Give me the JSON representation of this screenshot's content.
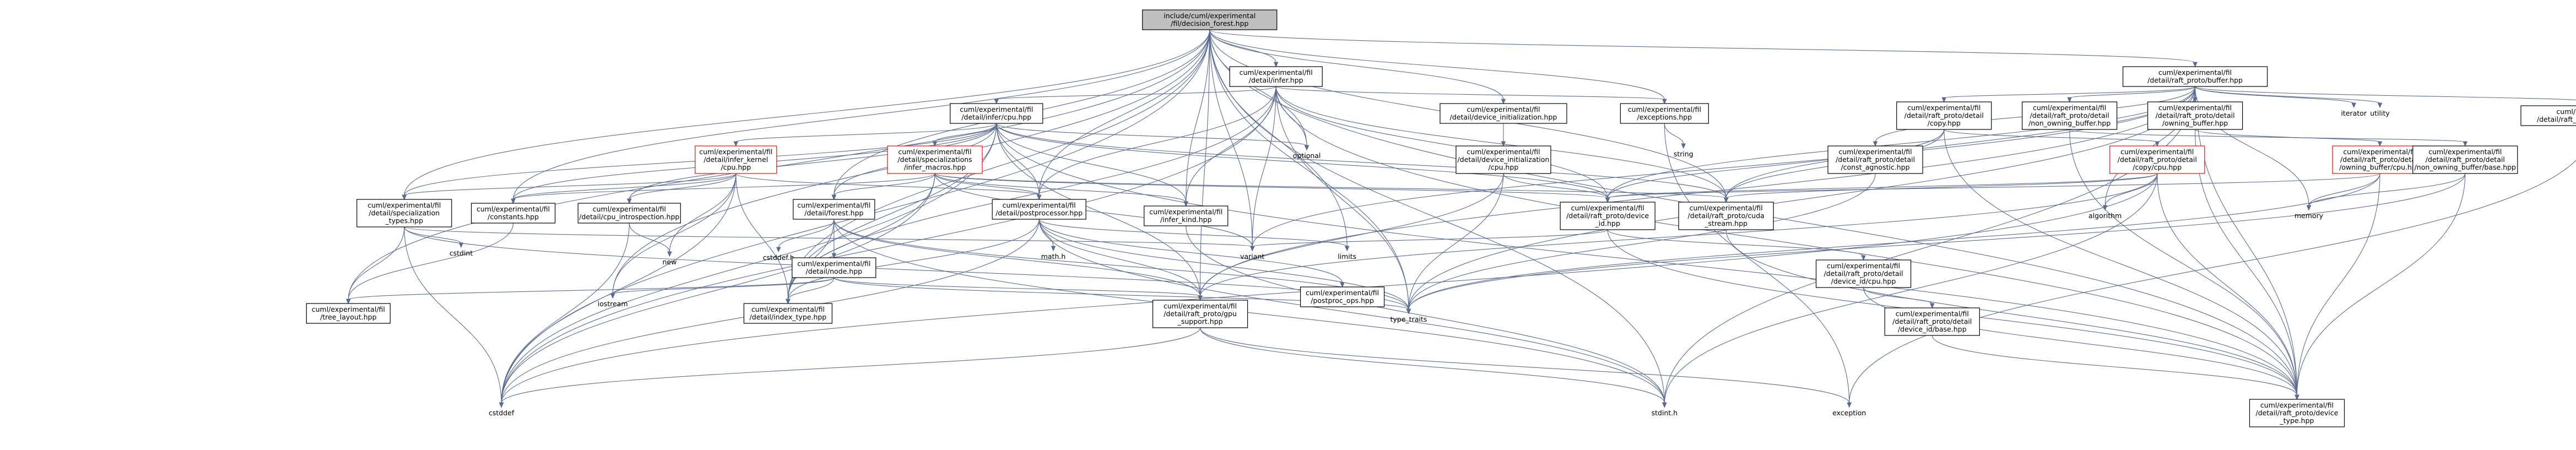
{
  "nodes": [
    {
      "id": "root",
      "lines": [
        "include/cuml/experimental",
        "/fil/decision_forest.hpp"
      ],
      "style": "root"
    },
    {
      "id": "infer",
      "lines": [
        "cuml/experimental/fil",
        "/detail/infer.hpp"
      ],
      "style": "box"
    },
    {
      "id": "raft_buffer",
      "lines": [
        "cuml/experimental/fil",
        "/detail/raft_proto/buffer.hpp"
      ],
      "style": "box"
    },
    {
      "id": "infer_cpu",
      "lines": [
        "cuml/experimental/fil",
        "/detail/infer/cpu.hpp"
      ],
      "style": "box"
    },
    {
      "id": "dev_init",
      "lines": [
        "cuml/experimental/fil",
        "/detail/device_initialization.hpp"
      ],
      "style": "box"
    },
    {
      "id": "exceptions",
      "lines": [
        "cuml/experimental/fil",
        "/exceptions.hpp"
      ],
      "style": "box"
    },
    {
      "id": "copy",
      "lines": [
        "cuml/experimental/fil",
        "/detail/raft_proto/detail",
        "/copy.hpp"
      ],
      "style": "box"
    },
    {
      "id": "non_owning",
      "lines": [
        "cuml/experimental/fil",
        "/detail/raft_proto/detail",
        "/non_owning_buffer.hpp"
      ],
      "style": "box"
    },
    {
      "id": "owning",
      "lines": [
        "cuml/experimental/fil",
        "/detail/raft_proto/detail",
        "/owning_buffer.hpp"
      ],
      "style": "box"
    },
    {
      "id": "raft_exc",
      "lines": [
        "cuml/experimental/fil",
        "/detail/raft_proto/exceptions.hpp"
      ],
      "style": "box"
    },
    {
      "id": "iterator",
      "lines": [
        "iterator"
      ],
      "style": "plain"
    },
    {
      "id": "utility",
      "lines": [
        "utility"
      ],
      "style": "plain"
    },
    {
      "id": "kernel_cpu",
      "lines": [
        "cuml/experimental/fil",
        "/detail/infer_kernel",
        "/cpu.hpp"
      ],
      "style": "red"
    },
    {
      "id": "spec_macros",
      "lines": [
        "cuml/experimental/fil",
        "/detail/specializations",
        "/infer_macros.hpp"
      ],
      "style": "red"
    },
    {
      "id": "optional",
      "lines": [
        "optional"
      ],
      "style": "plain"
    },
    {
      "id": "devinit_cpu",
      "lines": [
        "cuml/experimental/fil",
        "/detail/device_initialization",
        "/cpu.hpp"
      ],
      "style": "box"
    },
    {
      "id": "string",
      "lines": [
        "string"
      ],
      "style": "plain"
    },
    {
      "id": "const_agnostic",
      "lines": [
        "cuml/experimental/fil",
        "/detail/raft_proto/detail",
        "/const_agnostic.hpp"
      ],
      "style": "box"
    },
    {
      "id": "copy_cpu",
      "lines": [
        "cuml/experimental/fil",
        "/detail/raft_proto/detail",
        "/copy/cpu.hpp"
      ],
      "style": "red"
    },
    {
      "id": "owning_cpu",
      "lines": [
        "cuml/experimental/fil",
        "/detail/raft_proto/detail",
        "/owning_buffer/cpu.hpp"
      ],
      "style": "red"
    },
    {
      "id": "non_owning_base",
      "lines": [
        "cuml/experimental/fil",
        "/detail/raft_proto/detail",
        "/non_owning_buffer/base.hpp"
      ],
      "style": "box"
    },
    {
      "id": "spec_types",
      "lines": [
        "cuml/experimental/fil",
        "/detail/specialization",
        "_types.hpp"
      ],
      "style": "box"
    },
    {
      "id": "constants",
      "lines": [
        "cuml/experimental/fil",
        "/constants.hpp"
      ],
      "style": "box"
    },
    {
      "id": "cpu_intro",
      "lines": [
        "cuml/experimental/fil",
        "/detail/cpu_introspection.hpp"
      ],
      "style": "box"
    },
    {
      "id": "forest",
      "lines": [
        "cuml/experimental/fil",
        "/detail/forest.hpp"
      ],
      "style": "box"
    },
    {
      "id": "postproc",
      "lines": [
        "cuml/experimental/fil",
        "/detail/postprocessor.hpp"
      ],
      "style": "box"
    },
    {
      "id": "infer_kind",
      "lines": [
        "cuml/experimental/fil",
        "/infer_kind.hpp"
      ],
      "style": "box"
    },
    {
      "id": "device_id",
      "lines": [
        "cuml/experimental/fil",
        "/detail/raft_proto/device",
        "_id.hpp"
      ],
      "style": "box"
    },
    {
      "id": "cuda_stream",
      "lines": [
        "cuml/experimental/fil",
        "/detail/raft_proto/cuda",
        "_stream.hpp"
      ],
      "style": "box"
    },
    {
      "id": "algorithm",
      "lines": [
        "algorithm"
      ],
      "style": "plain"
    },
    {
      "id": "memory",
      "lines": [
        "memory"
      ],
      "style": "plain"
    },
    {
      "id": "cstdint",
      "lines": [
        "cstdint"
      ],
      "style": "plain"
    },
    {
      "id": "new",
      "lines": [
        "new"
      ],
      "style": "plain"
    },
    {
      "id": "cstddef_h",
      "lines": [
        "cstddef.h"
      ],
      "style": "plain"
    },
    {
      "id": "math_h",
      "lines": [
        "math.h"
      ],
      "style": "plain"
    },
    {
      "id": "variant",
      "lines": [
        "variant"
      ],
      "style": "plain"
    },
    {
      "id": "limits",
      "lines": [
        "limits"
      ],
      "style": "plain"
    },
    {
      "id": "node",
      "lines": [
        "cuml/experimental/fil",
        "/detail/node.hpp"
      ],
      "style": "box"
    },
    {
      "id": "postproc_ops",
      "lines": [
        "cuml/experimental/fil",
        "/postproc_ops.hpp"
      ],
      "style": "box"
    },
    {
      "id": "devid_cpu",
      "lines": [
        "cuml/experimental/fil",
        "/detail/raft_proto/detail",
        "/device_id/cpu.hpp"
      ],
      "style": "box"
    },
    {
      "id": "tree_layout",
      "lines": [
        "cuml/experimental/fil",
        "/tree_layout.hpp"
      ],
      "style": "box"
    },
    {
      "id": "iostream",
      "lines": [
        "iostream"
      ],
      "style": "plain"
    },
    {
      "id": "index_type",
      "lines": [
        "cuml/experimental/fil",
        "/detail/index_type.hpp"
      ],
      "style": "box"
    },
    {
      "id": "gpu_support",
      "lines": [
        "cuml/experimental/fil",
        "/detail/raft_proto/gpu",
        "_support.hpp"
      ],
      "style": "box"
    },
    {
      "id": "devid_base",
      "lines": [
        "cuml/experimental/fil",
        "/detail/raft_proto/detail",
        "/device_id/base.hpp"
      ],
      "style": "box"
    },
    {
      "id": "type_traits",
      "lines": [
        "type_traits"
      ],
      "style": "plain"
    },
    {
      "id": "cstddef",
      "lines": [
        "cstddef"
      ],
      "style": "plain"
    },
    {
      "id": "stdint_h",
      "lines": [
        "stdint.h"
      ],
      "style": "plain"
    },
    {
      "id": "exception",
      "lines": [
        "exception"
      ],
      "style": "plain"
    },
    {
      "id": "device_type",
      "lines": [
        "cuml/experimental/fil",
        "/detail/raft_proto/device",
        "_type.hpp"
      ],
      "style": "box"
    }
  ],
  "edges": [
    [
      "root",
      "infer"
    ],
    [
      "root",
      "raft_buffer"
    ],
    [
      "root",
      "dev_init"
    ],
    [
      "root",
      "exceptions"
    ],
    [
      "root",
      "optional"
    ],
    [
      "root",
      "spec_types"
    ],
    [
      "root",
      "constants"
    ],
    [
      "root",
      "forest"
    ],
    [
      "root",
      "postproc"
    ],
    [
      "root",
      "infer_kind"
    ],
    [
      "root",
      "cuda_stream"
    ],
    [
      "root",
      "variant"
    ],
    [
      "root",
      "limits"
    ],
    [
      "root",
      "tree_layout"
    ],
    [
      "root",
      "iostream"
    ],
    [
      "root",
      "index_type"
    ],
    [
      "root",
      "gpu_support"
    ],
    [
      "root",
      "type_traits"
    ],
    [
      "root",
      "cstddef"
    ],
    [
      "root",
      "stdint_h"
    ],
    [
      "root",
      "device_type"
    ],
    [
      "infer",
      "infer_cpu"
    ],
    [
      "infer",
      "exceptions"
    ],
    [
      "infer",
      "optional"
    ],
    [
      "infer",
      "infer_kind"
    ],
    [
      "infer",
      "postproc"
    ],
    [
      "infer",
      "device_id"
    ],
    [
      "infer",
      "index_type"
    ],
    [
      "infer",
      "cuda_stream"
    ],
    [
      "infer",
      "type_traits"
    ],
    [
      "infer",
      "cstddef"
    ],
    [
      "infer",
      "device_type"
    ],
    [
      "infer",
      "variant"
    ],
    [
      "raft_buffer",
      "copy"
    ],
    [
      "raft_buffer",
      "non_owning"
    ],
    [
      "raft_buffer",
      "owning"
    ],
    [
      "raft_buffer",
      "raft_exc"
    ],
    [
      "raft_buffer",
      "iterator"
    ],
    [
      "raft_buffer",
      "utility"
    ],
    [
      "raft_buffer",
      "const_agnostic"
    ],
    [
      "raft_buffer",
      "device_id"
    ],
    [
      "raft_buffer",
      "cuda_stream"
    ],
    [
      "raft_buffer",
      "memory"
    ],
    [
      "raft_buffer",
      "gpu_support"
    ],
    [
      "raft_buffer",
      "stdint_h"
    ],
    [
      "raft_buffer",
      "variant"
    ],
    [
      "raft_buffer",
      "algorithm"
    ],
    [
      "raft_buffer",
      "type_traits"
    ],
    [
      "raft_buffer",
      "device_type"
    ],
    [
      "infer_cpu",
      "kernel_cpu"
    ],
    [
      "infer_cpu",
      "spec_macros"
    ],
    [
      "infer_cpu",
      "optional"
    ],
    [
      "infer_cpu",
      "spec_types"
    ],
    [
      "infer_cpu",
      "constants"
    ],
    [
      "infer_cpu",
      "cpu_intro"
    ],
    [
      "infer_cpu",
      "forest"
    ],
    [
      "infer_cpu",
      "postproc"
    ],
    [
      "infer_cpu",
      "infer_kind"
    ],
    [
      "infer_cpu",
      "device_id"
    ],
    [
      "infer_cpu",
      "cuda_stream"
    ],
    [
      "infer_cpu",
      "index_type"
    ],
    [
      "infer_cpu",
      "gpu_support"
    ],
    [
      "infer_cpu",
      "device_type"
    ],
    [
      "infer_cpu",
      "cstddef"
    ],
    [
      "dev_init",
      "devinit_cpu"
    ],
    [
      "exceptions",
      "string"
    ],
    [
      "exceptions",
      "exception"
    ],
    [
      "copy",
      "copy_cpu"
    ],
    [
      "copy",
      "device_id"
    ],
    [
      "copy",
      "cuda_stream"
    ],
    [
      "copy",
      "device_type"
    ],
    [
      "non_owning",
      "non_owning_base"
    ],
    [
      "non_owning",
      "device_type"
    ],
    [
      "owning",
      "owning_cpu"
    ],
    [
      "owning",
      "device_type"
    ],
    [
      "raft_exc",
      "exception"
    ],
    [
      "kernel_cpu",
      "spec_types"
    ],
    [
      "kernel_cpu",
      "constants"
    ],
    [
      "kernel_cpu",
      "cpu_intro"
    ],
    [
      "kernel_cpu",
      "postproc"
    ],
    [
      "kernel_cpu",
      "new"
    ],
    [
      "kernel_cpu",
      "iostream"
    ],
    [
      "kernel_cpu",
      "index_type"
    ],
    [
      "kernel_cpu",
      "cstddef"
    ],
    [
      "spec_macros",
      "forest"
    ],
    [
      "spec_macros",
      "postproc"
    ],
    [
      "spec_macros",
      "infer_kind"
    ],
    [
      "spec_macros",
      "constants"
    ],
    [
      "spec_macros",
      "device_id"
    ],
    [
      "spec_macros",
      "cuda_stream"
    ],
    [
      "spec_macros",
      "index_type"
    ],
    [
      "spec_macros",
      "cstddef"
    ],
    [
      "spec_macros",
      "variant"
    ],
    [
      "devinit_cpu",
      "device_id"
    ],
    [
      "devinit_cpu",
      "gpu_support"
    ],
    [
      "devinit_cpu",
      "type_traits"
    ],
    [
      "const_agnostic",
      "type_traits"
    ],
    [
      "copy_cpu",
      "device_id"
    ],
    [
      "copy_cpu",
      "cuda_stream"
    ],
    [
      "copy_cpu",
      "algorithm"
    ],
    [
      "copy_cpu",
      "gpu_support"
    ],
    [
      "copy_cpu",
      "device_type"
    ],
    [
      "copy_cpu",
      "stdint_h"
    ],
    [
      "copy_cpu",
      "cstddef"
    ],
    [
      "owning_cpu",
      "device_id"
    ],
    [
      "owning_cpu",
      "memory"
    ],
    [
      "owning_cpu",
      "device_type"
    ],
    [
      "owning_cpu",
      "type_traits"
    ],
    [
      "non_owning_base",
      "memory"
    ],
    [
      "non_owning_base",
      "device_type"
    ],
    [
      "non_owning_base",
      "type_traits"
    ],
    [
      "spec_types",
      "cstdint"
    ],
    [
      "spec_types",
      "tree_layout"
    ],
    [
      "spec_types",
      "type_traits"
    ],
    [
      "spec_types",
      "variant"
    ],
    [
      "spec_types",
      "cstddef"
    ],
    [
      "constants",
      "tree_layout"
    ],
    [
      "cpu_intro",
      "new"
    ],
    [
      "cpu_intro",
      "cstddef"
    ],
    [
      "forest",
      "node"
    ],
    [
      "forest",
      "cstddef_h"
    ],
    [
      "forest",
      "index_type"
    ],
    [
      "forest",
      "gpu_support"
    ],
    [
      "forest",
      "type_traits"
    ],
    [
      "forest",
      "stdint_h"
    ],
    [
      "postproc",
      "postproc_ops"
    ],
    [
      "postproc",
      "math_h"
    ],
    [
      "postproc",
      "limits"
    ],
    [
      "postproc",
      "gpu_support"
    ],
    [
      "postproc",
      "type_traits"
    ],
    [
      "postproc",
      "cstddef"
    ],
    [
      "postproc",
      "stdint_h"
    ],
    [
      "postproc",
      "index_type"
    ],
    [
      "infer_kind",
      "stdint_h"
    ],
    [
      "device_id",
      "devid_cpu"
    ],
    [
      "device_id",
      "variant"
    ],
    [
      "device_id",
      "device_type"
    ],
    [
      "cuda_stream",
      "device_type"
    ],
    [
      "node",
      "tree_layout"
    ],
    [
      "node",
      "index_type"
    ],
    [
      "node",
      "iostream"
    ],
    [
      "node",
      "gpu_support"
    ],
    [
      "node",
      "type_traits"
    ],
    [
      "devid_cpu",
      "devid_base"
    ],
    [
      "devid_cpu",
      "device_type"
    ],
    [
      "gpu_support",
      "cstddef"
    ],
    [
      "gpu_support",
      "stdint_h"
    ],
    [
      "gpu_support",
      "exception"
    ],
    [
      "devid_base",
      "device_type"
    ]
  ]
}
